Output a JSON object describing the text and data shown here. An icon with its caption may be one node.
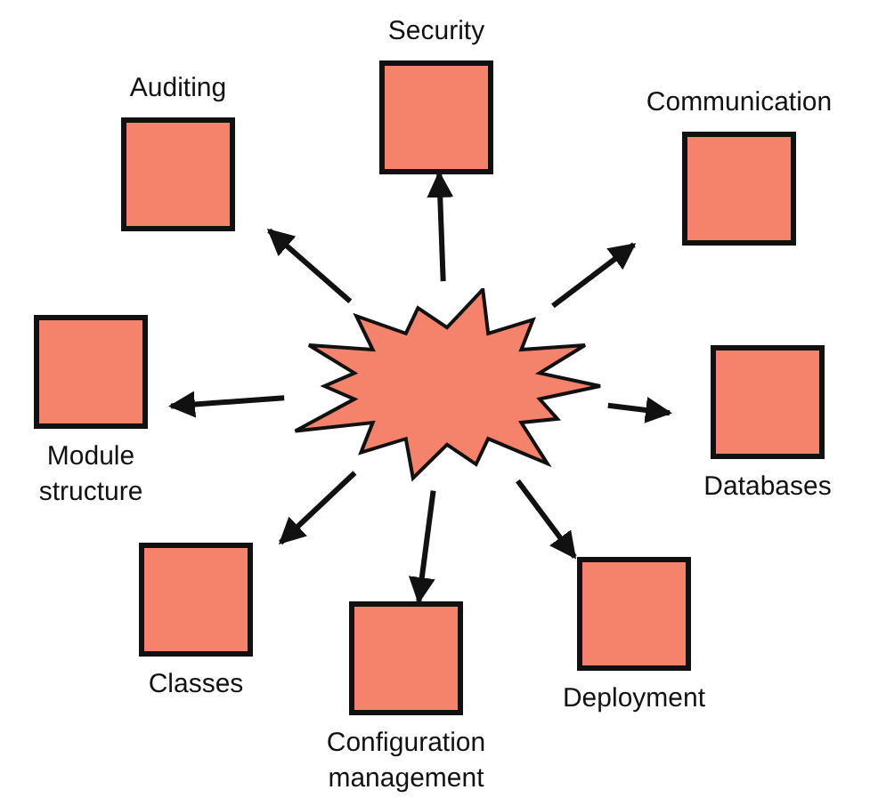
{
  "diagram": {
    "nodes": [
      {
        "text": [],
        "shape": "burst"
      },
      {
        "text": [
          "Security"
        ]
      },
      {
        "text": [
          "Auditing"
        ]
      },
      {
        "text": [
          "Communication"
        ]
      },
      {
        "text": [
          "Module structure"
        ]
      },
      {
        "text": [
          "Databases"
        ]
      },
      {
        "text": [
          "Deployment"
        ]
      },
      {
        "text": [
          "Classes"
        ]
      },
      {
        "text": [
          "Configuration management"
        ]
      }
    ],
    "edges": [
      {
        "from": 0,
        "to": 1,
        "arrow": "to"
      },
      {
        "from": 0,
        "to": 2,
        "arrow": "to"
      },
      {
        "from": 0,
        "to": 3,
        "arrow": "to"
      },
      {
        "from": 0,
        "to": 4,
        "arrow": "to"
      },
      {
        "from": 0,
        "to": 5,
        "arrow": "to"
      },
      {
        "from": 0,
        "to": 6,
        "arrow": "to"
      },
      {
        "from": 0,
        "to": 7,
        "arrow": "to"
      },
      {
        "from": 0,
        "to": 8,
        "arrow": "to"
      }
    ]
  }
}
